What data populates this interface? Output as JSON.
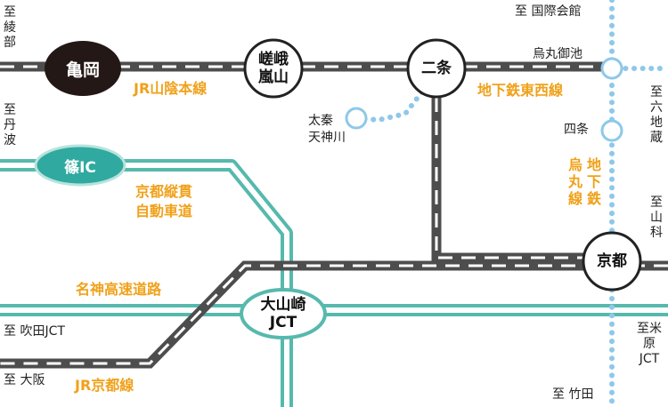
{
  "colors": {
    "rail": "#4d4d4d",
    "rail_dash": "#ffffff",
    "expressway": "#56b9ad",
    "subway": "#8ec8ea",
    "line_label": "#f0a11a",
    "station_dark": "#231815",
    "station_ic": "#30aaa0"
  },
  "stations": {
    "kameoka": "亀岡",
    "saga_arashiyama": "嵯峨\n嵐山",
    "nijo": "二条",
    "kyoto": "京都",
    "oyamazaki": "大山崎\nJCT",
    "shino_ic": "篠IC",
    "uzumasa_tenjingawa": "太秦\n天神川",
    "karasuma_oike": "烏丸御池",
    "shijo": "四条"
  },
  "lines": {
    "jr_sanin": "JR山陰本線",
    "tozai": "地下鉄東西線",
    "karasuma": "烏\n丸\n線",
    "karasuma_2": "地\n下\n鉄",
    "kyoto_jukan": "京都縦貫\n自動車道",
    "meishin": "名神高速道路",
    "jr_kyoto": "JR京都線"
  },
  "destinations": {
    "ayabe": "至綾部",
    "tanba": "至丹波",
    "kokusai_kaikan": "至 国際会館",
    "rokujizo": "至六地蔵",
    "yamashina": "至山科",
    "suita_jct": "至 吹田JCT",
    "osaka": "至 大阪",
    "takeda": "至 竹田",
    "yonehara_jct": "至米原JCT"
  }
}
